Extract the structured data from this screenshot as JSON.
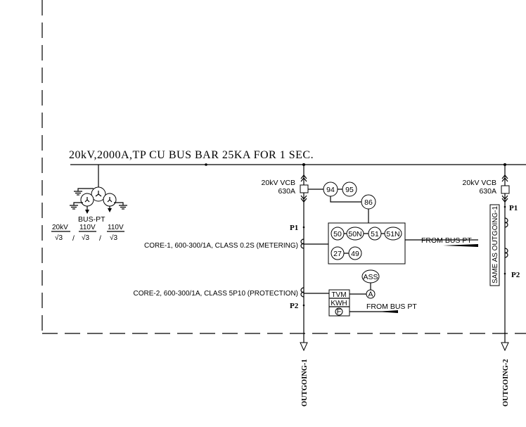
{
  "bus": {
    "title": "20kV,2000A,TP CU BUS BAR 25KA FOR 1 SEC."
  },
  "bus_pt": {
    "label": "BUS-PT",
    "ratio_1_num": "20kV",
    "ratio_1_den": "√3",
    "ratio_2_num": "110V",
    "ratio_2_den": "√3",
    "ratio_3_num": "110V",
    "ratio_3_den": "√3",
    "sep": "/"
  },
  "feeder1": {
    "vcb_label": "20kV VCB",
    "vcb_rating": "630A",
    "relays_top": [
      "94",
      "95",
      "86"
    ],
    "relay_panel": [
      "50",
      "50N",
      "51",
      "51N",
      "27",
      "49"
    ],
    "from_bus_pt": "FROM BUS PT",
    "p1": "P1",
    "p2": "P2",
    "core1": "CORE-1, 600-300/1A, CLASS 0.2S (METERING)",
    "core2": "CORE-2, 600-300/1A, CLASS 5P10 (PROTECTION)",
    "meters": [
      "TVM",
      "KWH",
      "F"
    ],
    "ammeter": "A",
    "ammeter_switch": "ASS",
    "from_bus_pt_2": "FROM BUS PT",
    "name": "OUTGOING-1"
  },
  "feeder2": {
    "vcb_label": "20kV VCB",
    "vcb_rating": "630A",
    "p1": "P1",
    "p2": "P2",
    "note": "SAME AS OUTGOING-1",
    "name": "OUTGOING-2"
  }
}
